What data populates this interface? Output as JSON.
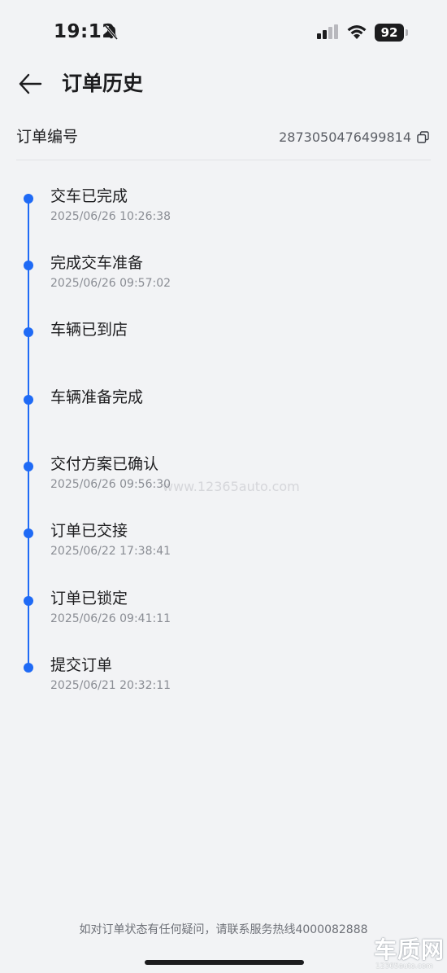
{
  "status_bar": {
    "time": "19:12",
    "battery": "92",
    "icons": [
      "bell-muted-icon",
      "signal-icon",
      "wifi-icon",
      "battery-icon"
    ]
  },
  "header": {
    "back_icon": "arrow-left-icon",
    "title": "订单历史"
  },
  "order": {
    "label": "订单编号",
    "number": "2873050476499814",
    "copy_icon": "copy-icon"
  },
  "timeline": {
    "color": "#1f6af5",
    "items": [
      {
        "title": "交车已完成",
        "time": "2025/06/26 10:26:38"
      },
      {
        "title": "完成交车准备",
        "time": "2025/06/26 09:57:02"
      },
      {
        "title": "车辆已到店",
        "time": ""
      },
      {
        "title": "车辆准备完成",
        "time": ""
      },
      {
        "title": "交付方案已确认",
        "time": "2025/06/26 09:56:30"
      },
      {
        "title": "订单已交接",
        "time": "2025/06/22 17:38:41"
      },
      {
        "title": "订单已锁定",
        "time": "2025/06/26 09:41:11"
      },
      {
        "title": "提交订单",
        "time": "2025/06/21 20:32:11"
      }
    ]
  },
  "watermark": "www.12365auto.com",
  "footer": {
    "note": "如对订单状态有任何疑问，请联系服务热线4000082888"
  },
  "brand": {
    "name": "车质网",
    "site": "12365auto.com"
  }
}
